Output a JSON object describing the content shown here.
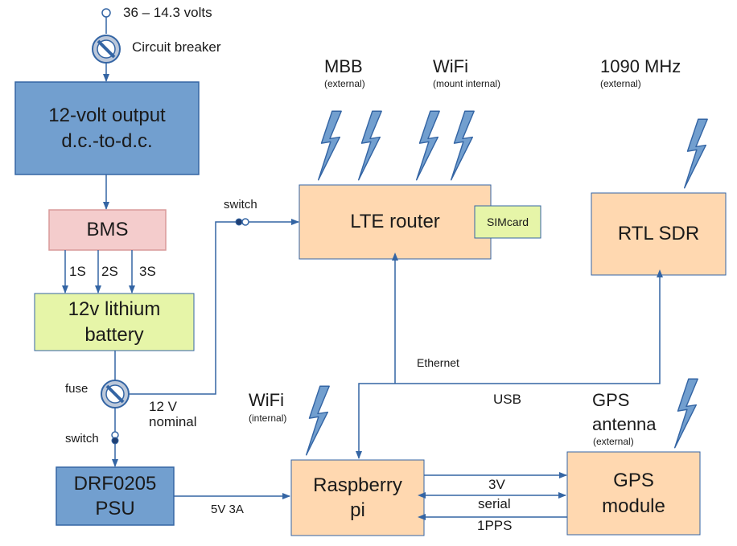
{
  "power_input": {
    "label": "36 – 14.3 volts"
  },
  "circuit_breaker": {
    "label": "Circuit breaker"
  },
  "dcdc_box": {
    "line1": "12-volt output",
    "line2": "d.c.-to-d.c."
  },
  "bms_box": {
    "label": "BMS"
  },
  "cells": {
    "s1": "1S",
    "s2": "2S",
    "s3": "3S"
  },
  "battery_box": {
    "line1": "12v lithium",
    "line2": "battery"
  },
  "fuse": {
    "label": "fuse"
  },
  "nominal": {
    "line1": "12 V",
    "line2": "nominal"
  },
  "switch_lower": {
    "label": "switch"
  },
  "switch_upper": {
    "label": "switch"
  },
  "psu_box": {
    "line1": "DRF0205",
    "line2": "PSU"
  },
  "psu_link": {
    "label": "5V 3A"
  },
  "router_box": {
    "label": "LTE router"
  },
  "simcard": {
    "label": "SIMcard"
  },
  "antenna_mbb": {
    "title": "MBB",
    "sub": "(external)"
  },
  "antenna_wifi_router": {
    "title": "WiFi",
    "sub": "(mount internal)"
  },
  "antenna_1090": {
    "title": "1090 MHz",
    "sub": "(external)"
  },
  "sdr_box": {
    "label": "RTL SDR"
  },
  "ethernet": {
    "label": "Ethernet"
  },
  "usb": {
    "label": "USB"
  },
  "antenna_wifi_pi": {
    "title": "WiFi",
    "sub": "(internal)"
  },
  "pi_box": {
    "line1": "Raspberry",
    "line2": "pi"
  },
  "gps_antenna": {
    "line1": "GPS",
    "line2": "antenna",
    "sub": "(external)"
  },
  "gps_box": {
    "line1": "GPS",
    "line2": "module"
  },
  "gps_links": {
    "v3": "3V",
    "serial": "serial",
    "pps": "1PPS"
  },
  "colors": {
    "blue_box": "#729fcf",
    "blue_border": "#3465a4",
    "pink_box": "#f4cccc",
    "pink_border": "#d99a9a",
    "yellow_box": "#e6f5a8",
    "orange_box": "#ffd8b0",
    "orange_border": "#c48a3e",
    "line": "#3465a4",
    "lightning": "#729fcf"
  }
}
